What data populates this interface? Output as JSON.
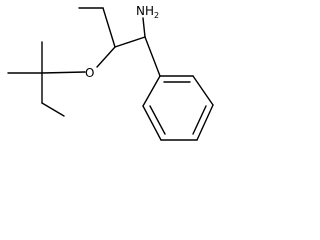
{
  "structure": {
    "amine_label": "NH",
    "amine_subscript": "2",
    "ether_oxygen_label": "O"
  },
  "colors": {
    "bond": "#000000",
    "text": "#000000",
    "background": "#ffffff"
  }
}
